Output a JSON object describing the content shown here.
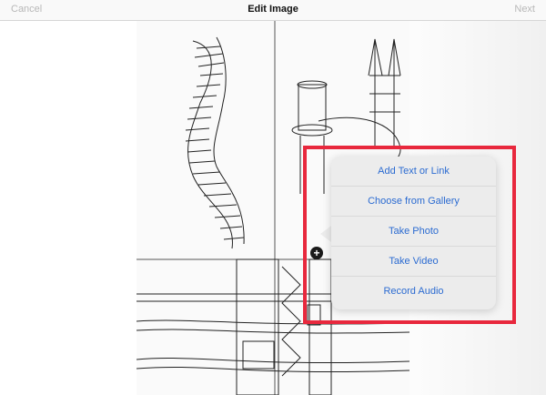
{
  "navbar": {
    "cancel_label": "Cancel",
    "title": "Edit Image",
    "next_label": "Next"
  },
  "menu": {
    "items": [
      {
        "label": "Add Text or Link"
      },
      {
        "label": "Choose from Gallery"
      },
      {
        "label": "Take Photo"
      },
      {
        "label": "Take Video"
      },
      {
        "label": "Record Audio"
      }
    ]
  },
  "add_handle": {
    "glyph": "+",
    "icon": "plus-circle-icon"
  },
  "colors": {
    "accent": "#2b6bd1",
    "highlight_border": "#e8283d",
    "menu_bg": "#ececec"
  }
}
